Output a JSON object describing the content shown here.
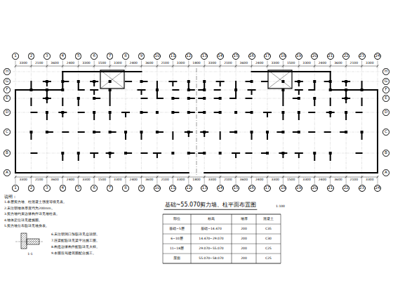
{
  "diagram": {
    "title": "基础~55.070剪力墙、柱平面布置图",
    "nodes": [
      {
        "text": [
          "1"
        ]
      },
      {
        "text": [
          "2"
        ]
      },
      {
        "text": [
          "3"
        ]
      },
      {
        "text": [
          "4"
        ]
      },
      {
        "text": [
          "5"
        ]
      },
      {
        "text": [
          "6"
        ]
      },
      {
        "text": [
          "7"
        ]
      },
      {
        "text": [
          "8"
        ]
      },
      {
        "text": [
          "9"
        ]
      },
      {
        "text": [
          "10"
        ]
      },
      {
        "text": [
          "11"
        ]
      },
      {
        "text": [
          "12"
        ]
      },
      {
        "text": [
          "13"
        ]
      },
      {
        "text": [
          "14"
        ]
      },
      {
        "text": [
          "15"
        ]
      },
      {
        "text": [
          "16"
        ]
      },
      {
        "text": [
          "17"
        ]
      },
      {
        "text": [
          "18"
        ]
      },
      {
        "text": [
          "19"
        ]
      },
      {
        "text": [
          "20"
        ]
      },
      {
        "text": [
          "21"
        ]
      },
      {
        "text": [
          "22"
        ]
      },
      {
        "text": [
          "23"
        ]
      },
      {
        "text": [
          "24"
        ]
      },
      {
        "text": [
          "1"
        ]
      },
      {
        "text": [
          "2"
        ]
      },
      {
        "text": [
          "3"
        ]
      },
      {
        "text": [
          "4"
        ]
      },
      {
        "text": [
          "5"
        ]
      },
      {
        "text": [
          "6"
        ]
      },
      {
        "text": [
          "7"
        ]
      },
      {
        "text": [
          "8"
        ]
      },
      {
        "text": [
          "9"
        ]
      },
      {
        "text": [
          "10"
        ]
      },
      {
        "text": [
          "11"
        ]
      },
      {
        "text": [
          "12"
        ]
      },
      {
        "text": [
          "13"
        ]
      },
      {
        "text": [
          "14"
        ]
      },
      {
        "text": [
          "15"
        ]
      },
      {
        "text": [
          "16"
        ]
      },
      {
        "text": [
          "17"
        ]
      },
      {
        "text": [
          "18"
        ]
      },
      {
        "text": [
          "19"
        ]
      },
      {
        "text": [
          "20"
        ]
      },
      {
        "text": [
          "21"
        ]
      },
      {
        "text": [
          "22"
        ]
      },
      {
        "text": [
          "23"
        ]
      },
      {
        "text": [
          "24"
        ]
      },
      {
        "text": [
          "H"
        ]
      },
      {
        "text": [
          "G"
        ]
      },
      {
        "text": [
          "F"
        ]
      },
      {
        "text": [
          "E"
        ]
      },
      {
        "text": [
          "D"
        ]
      },
      {
        "text": [
          "C"
        ]
      },
      {
        "text": [
          "B"
        ]
      },
      {
        "text": [
          "A"
        ]
      },
      {
        "text": [
          "H"
        ]
      },
      {
        "text": [
          "G"
        ]
      },
      {
        "text": [
          "F"
        ]
      },
      {
        "text": [
          "E"
        ]
      },
      {
        "text": [
          "D"
        ]
      },
      {
        "text": [
          "C"
        ]
      },
      {
        "text": [
          "B"
        ]
      },
      {
        "text": [
          "A"
        ]
      }
    ],
    "labels": [
      "3300",
      "2100",
      "3600",
      "2400",
      "3300",
      "1500",
      "3300",
      "2400",
      "3600",
      "2100",
      "3300",
      "1800",
      "3300",
      "2100",
      "3600",
      "2400",
      "3300",
      "1500",
      "3300",
      "2400",
      "3600",
      "2100",
      "3300",
      "3300",
      "2100",
      "3600",
      "2400",
      "3300",
      "1500",
      "3300",
      "2400",
      "3600",
      "2100",
      "3300",
      "1800",
      "3300",
      "2100",
      "3600",
      "2400",
      "3300",
      "1500",
      "3300",
      "2400",
      "3600",
      "2100",
      "3300",
      "说明：",
      "1.本层剪力墙、柱混凝土强度等级见表。",
      "2.未注明墙体厚度均为200mm。",
      "3.剪力墙约束边缘构件详见墙柱表。",
      "4.墙体定位详见建施图。",
      "5.剪力墙分布筋详见墙身表。",
      "6.未注明洞口加筋详见总说明。",
      "7.连梁配筋详见梁平法施工图。",
      "8.构造边缘构件配筋详见大样。",
      "9.本图应与建筑图配合施工。",
      "部位",
      "标高",
      "墙厚",
      "混凝土",
      "基础~5层",
      "基础~14.470",
      "200",
      "C35",
      "6~10层",
      "14.470~29.070",
      "200",
      "C30",
      "11~18层",
      "29.070~55.070",
      "200",
      "C25",
      "屋面",
      "55.070~58.070",
      "200",
      "C25",
      "1-1",
      "1:100"
    ]
  }
}
